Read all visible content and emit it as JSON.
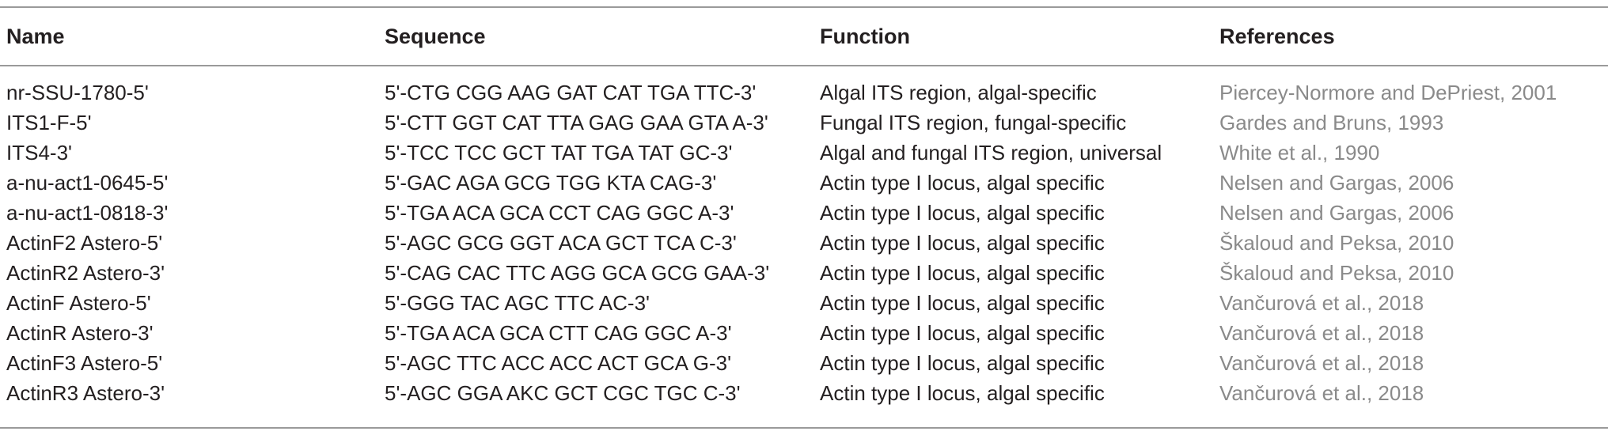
{
  "table": {
    "headers": [
      "Name",
      "Sequence",
      "Function",
      "References"
    ],
    "rows": [
      [
        "nr-SSU-1780-5'",
        "5'-CTG CGG AAG GAT CAT TGA TTC-3'",
        "Algal ITS region, algal-specific",
        "Piercey-Normore and DePriest, 2001"
      ],
      [
        "ITS1-F-5'",
        "5'-CTT GGT CAT TTA GAG GAA GTA A-3'",
        "Fungal ITS region, fungal-specific",
        "Gardes and Bruns, 1993"
      ],
      [
        "ITS4-3'",
        "5'-TCC TCC GCT TAT TGA TAT GC-3'",
        "Algal and fungal ITS region, universal",
        "White et al., 1990"
      ],
      [
        "a-nu-act1-0645-5'",
        "5'-GAC AGA GCG TGG KTA CAG-3'",
        "Actin type I locus, algal specific",
        "Nelsen and Gargas, 2006"
      ],
      [
        "a-nu-act1-0818-3'",
        "5'-TGA ACA GCA CCT CAG GGC A-3'",
        "Actin type I locus, algal specific",
        "Nelsen and Gargas, 2006"
      ],
      [
        "ActinF2 Astero-5'",
        "5'-AGC GCG GGT ACA GCT TCA C-3'",
        "Actin type I locus, algal specific",
        "Škaloud and Peksa, 2010"
      ],
      [
        "ActinR2 Astero-3'",
        "5'-CAG CAC TTC AGG GCA GCG GAA-3'",
        "Actin type I locus, algal specific",
        "Škaloud and Peksa, 2010"
      ],
      [
        "ActinF Astero-5'",
        "5'-GGG TAC AGC TTC AC-3'",
        "Actin type I locus, algal specific",
        "Vančurová et al., 2018"
      ],
      [
        "ActinR Astero-3'",
        "5'-TGA ACA GCA CTT CAG GGC A-3'",
        "Actin type I locus, algal specific",
        "Vančurová et al., 2018"
      ],
      [
        "ActinF3 Astero-5'",
        "5'-AGC TTC ACC ACC ACT GCA G-3'",
        "Actin type I locus, algal specific",
        "Vančurová et al., 2018"
      ],
      [
        "ActinR3 Astero-3'",
        "5'-AGC GGA AKC GCT CGC TGC C-3'",
        "Actin type I locus, algal specific",
        "Vančurová et al., 2018"
      ]
    ]
  },
  "colors": {
    "text": "#231f20",
    "reference_text": "#8a8a8a",
    "rule": "#9a9a9a"
  }
}
